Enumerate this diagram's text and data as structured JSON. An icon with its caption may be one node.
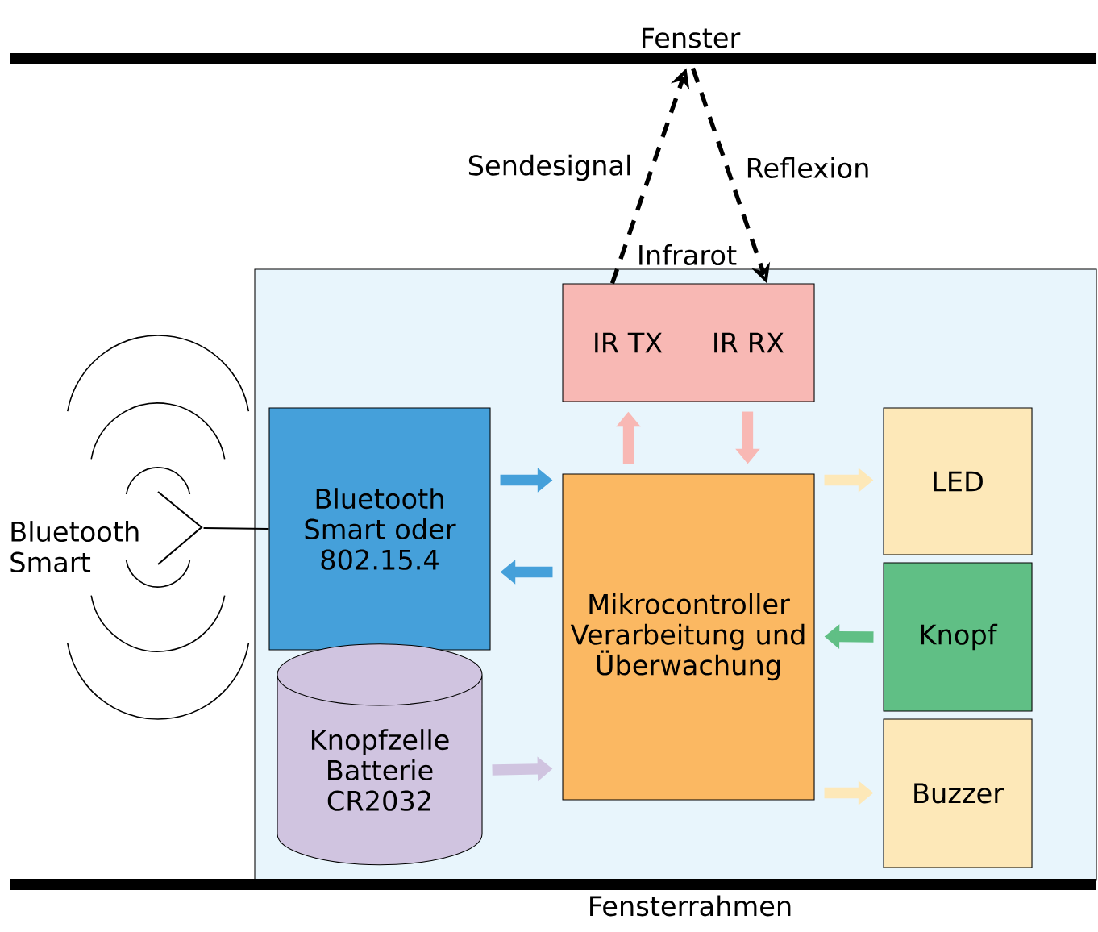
{
  "diagram": {
    "nodes": [
      {
        "text": [],
        "shape": "box"
      },
      {
        "text": [
          "IR TX",
          "IR RX"
        ],
        "in": 0
      },
      {
        "text": [
          "Bluetooth Smart oder 802.15.4"
        ],
        "in": 0
      },
      {
        "text": [
          "Knopfzelle Batterie CR2032"
        ],
        "in": 0
      },
      {
        "text": [
          "Mikrocontroller Verarbeitung und Überwachung"
        ],
        "in": 0
      },
      {
        "text": [
          "LED"
        ],
        "in": 0
      },
      {
        "text": [
          "Knopf"
        ],
        "in": 0
      },
      {
        "text": [
          "Buzzer"
        ],
        "in": 0
      },
      {
        "text": [
          "Fenster"
        ]
      },
      {
        "text": [
          "Fensterrahmen"
        ]
      },
      {
        "text": [],
        "shape": "picture",
        "beside": [
          "Bluetooth Smart"
        ]
      }
    ],
    "edges": [
      {
        "from": 1,
        "to": 8,
        "arrow": "to",
        "label": "Sendesignal",
        "style": "dashed"
      },
      {
        "from": 8,
        "to": 1,
        "arrow": "to",
        "label": "Reflexion",
        "style": "dashed"
      },
      {
        "from": 4,
        "to": 1,
        "arrow": "to",
        "color": "#f8b8b4"
      },
      {
        "from": 1,
        "to": 4,
        "arrow": "to",
        "color": "#f8b8b4"
      },
      {
        "from": 2,
        "to": 4,
        "arrow": "to",
        "color": "#45a0da"
      },
      {
        "from": 4,
        "to": 2,
        "arrow": "to",
        "color": "#45a0da"
      },
      {
        "from": 3,
        "to": 4,
        "arrow": "to",
        "color": "#d0c4e0"
      },
      {
        "from": 4,
        "to": 5,
        "arrow": "to",
        "color": "#fde8b8"
      },
      {
        "from": 6,
        "to": 4,
        "arrow": "to",
        "color": "#60bf85"
      },
      {
        "from": 4,
        "to": 7,
        "arrow": "to",
        "color": "#fde8b8"
      },
      {
        "from": 10,
        "to": 2,
        "arrow": "none"
      }
    ],
    "labels": [
      "Infrarot"
    ]
  }
}
